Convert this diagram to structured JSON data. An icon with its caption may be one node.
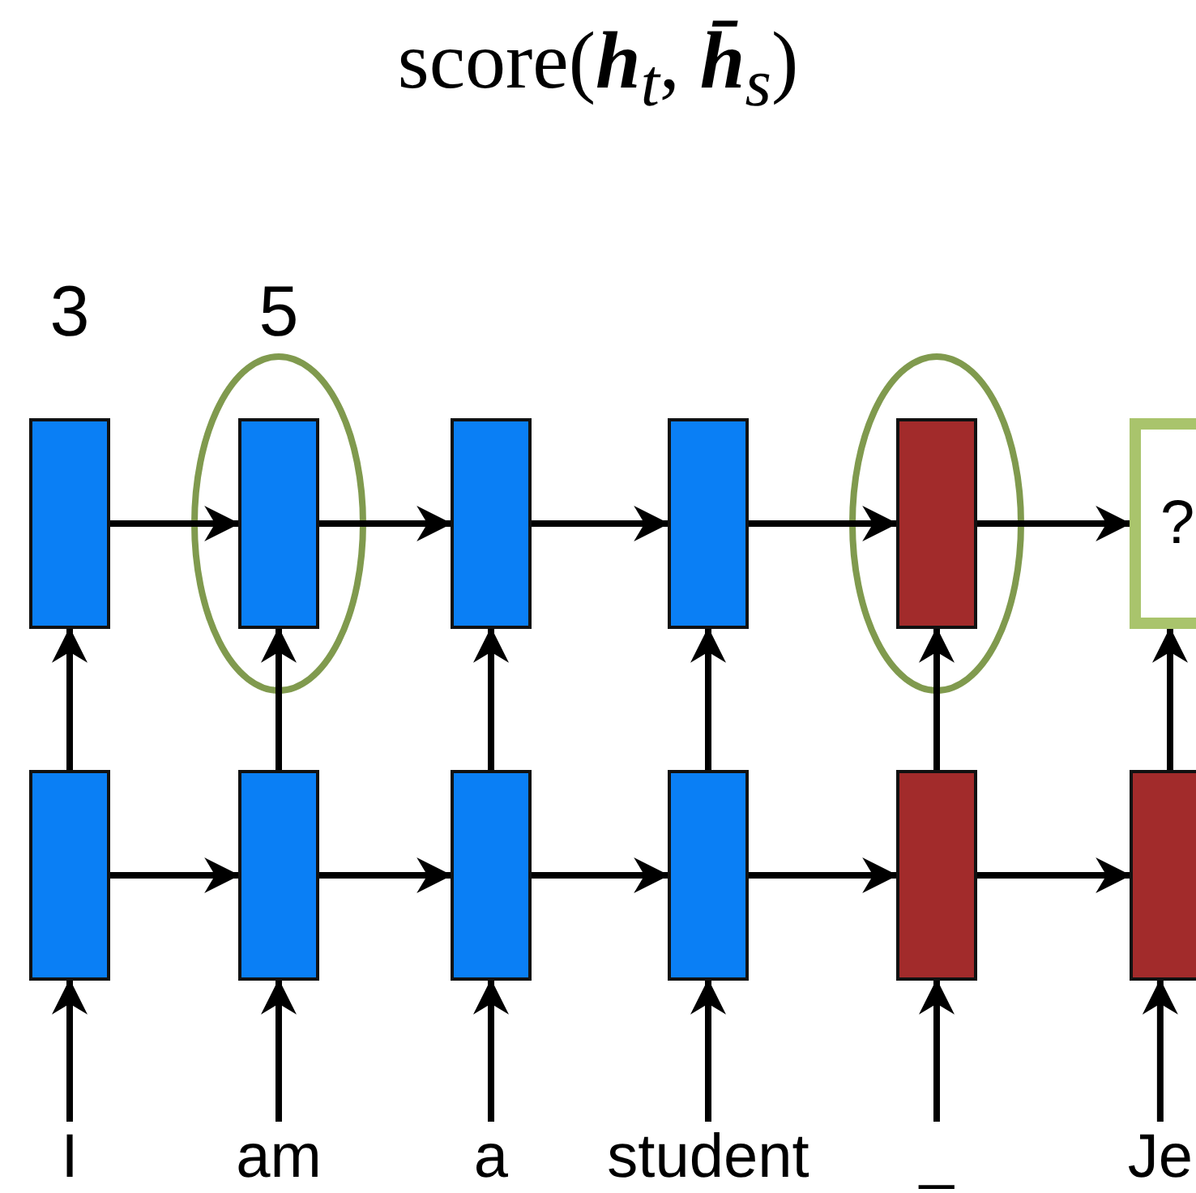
{
  "diagram": {
    "title": "score(**h**$_{t}$, **h̄**$_{s}$)",
    "nodes": [
      {
        "text": [],
        "shape": "box",
        "beside": [
          "3"
        ]
      },
      {
        "text": [],
        "shape": "box",
        "beside": [
          "5"
        ]
      },
      {
        "text": [],
        "shape": "box"
      },
      {
        "text": [],
        "shape": "box"
      },
      {
        "text": [],
        "shape": "box"
      },
      {
        "text": [
          "?"
        ]
      },
      {
        "text": [],
        "shape": "box"
      },
      {
        "text": [],
        "shape": "box"
      },
      {
        "text": [],
        "shape": "box"
      },
      {
        "text": [],
        "shape": "box"
      },
      {
        "text": [],
        "shape": "box"
      },
      {
        "text": [],
        "shape": "box"
      },
      {
        "text": [
          "I"
        ]
      },
      {
        "text": [
          "am"
        ]
      },
      {
        "text": [
          "a"
        ]
      },
      {
        "text": [
          "student"
        ]
      },
      {
        "text": [
          "_"
        ]
      },
      {
        "text": [
          "Je"
        ]
      }
    ],
    "edges": [
      {
        "from": 0,
        "to": 1,
        "arrow": "to"
      },
      {
        "from": 1,
        "to": 2,
        "arrow": "to"
      },
      {
        "from": 2,
        "to": 3,
        "arrow": "to"
      },
      {
        "from": 3,
        "to": 4,
        "arrow": "to"
      },
      {
        "from": 4,
        "to": 5,
        "arrow": "to"
      },
      {
        "from": 6,
        "to": 7,
        "arrow": "to"
      },
      {
        "from": 7,
        "to": 8,
        "arrow": "to"
      },
      {
        "from": 8,
        "to": 9,
        "arrow": "to"
      },
      {
        "from": 9,
        "to": 10,
        "arrow": "to"
      },
      {
        "from": 10,
        "to": 11,
        "arrow": "to"
      },
      {
        "from": 6,
        "to": 0,
        "arrow": "to"
      },
      {
        "from": 7,
        "to": 1,
        "arrow": "to"
      },
      {
        "from": 8,
        "to": 2,
        "arrow": "to"
      },
      {
        "from": 9,
        "to": 3,
        "arrow": "to"
      },
      {
        "from": 10,
        "to": 4,
        "arrow": "to"
      },
      {
        "from": 11,
        "to": 5,
        "arrow": "to"
      },
      {
        "from": 12,
        "to": 6,
        "arrow": "to"
      },
      {
        "from": 13,
        "to": 7,
        "arrow": "to"
      },
      {
        "from": 14,
        "to": 8,
        "arrow": "to"
      },
      {
        "from": 15,
        "to": 9,
        "arrow": "to"
      },
      {
        "from": 16,
        "to": 10,
        "arrow": "to"
      },
      {
        "from": 17,
        "to": 11,
        "arrow": "to"
      }
    ]
  }
}
